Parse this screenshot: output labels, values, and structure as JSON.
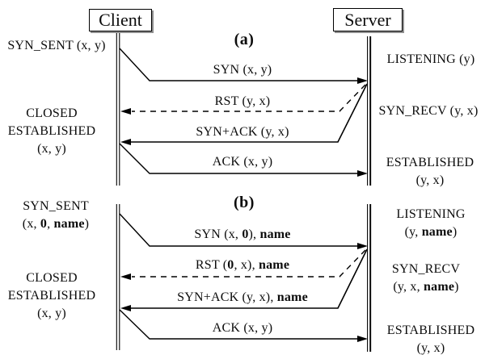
{
  "diagram": {
    "client_title": "Client",
    "server_title": "Server",
    "ink_color": "#000000",
    "shadow_color": "#8f8f8f",
    "a": {
      "label": "(a)",
      "client": {
        "syn_sent": "SYN_SENT (x, y)",
        "closed": "CLOSED",
        "established": "ESTABLISHED",
        "established_params": "(x, y)"
      },
      "server": {
        "listening": "LISTENING (y)",
        "syn_recv": "SYN_RECV (y, x)",
        "established": "ESTABLISHED",
        "established_params": "(y, x)"
      },
      "messages": {
        "syn": "SYN (x, y)",
        "rst": "RST (y, x)",
        "synack": "SYN+ACK (y, x)",
        "ack": "ACK (x, y)"
      }
    },
    "b": {
      "label": "(b)",
      "client": {
        "syn_sent": "SYN_SENT",
        "syn_sent_p1": "(x, ",
        "syn_sent_p2": "0",
        "syn_sent_p3": ", ",
        "syn_sent_p4": "name",
        "syn_sent_p5": ")",
        "closed": "CLOSED",
        "established": "ESTABLISHED",
        "established_params": "(x, y)"
      },
      "server": {
        "listening": "LISTENING",
        "listening_p1": "(y, ",
        "listening_p2": "name",
        "listening_p3": ")",
        "syn_recv": "SYN_RECV",
        "syn_recv_p1": "(y, x, ",
        "syn_recv_p2": "name",
        "syn_recv_p3": ")",
        "established": "ESTABLISHED",
        "established_params": "(y, x)"
      },
      "messages": {
        "syn_p1": "SYN (x, ",
        "syn_p2": "0",
        "syn_p3": "), ",
        "syn_p4": "name",
        "rst_p1": "RST (",
        "rst_p2": "0",
        "rst_p3": ", x), ",
        "rst_p4": "name",
        "synack_p1": "SYN+ACK (y, x), ",
        "synack_p2": "name",
        "ack": "ACK (x, y)"
      }
    }
  }
}
